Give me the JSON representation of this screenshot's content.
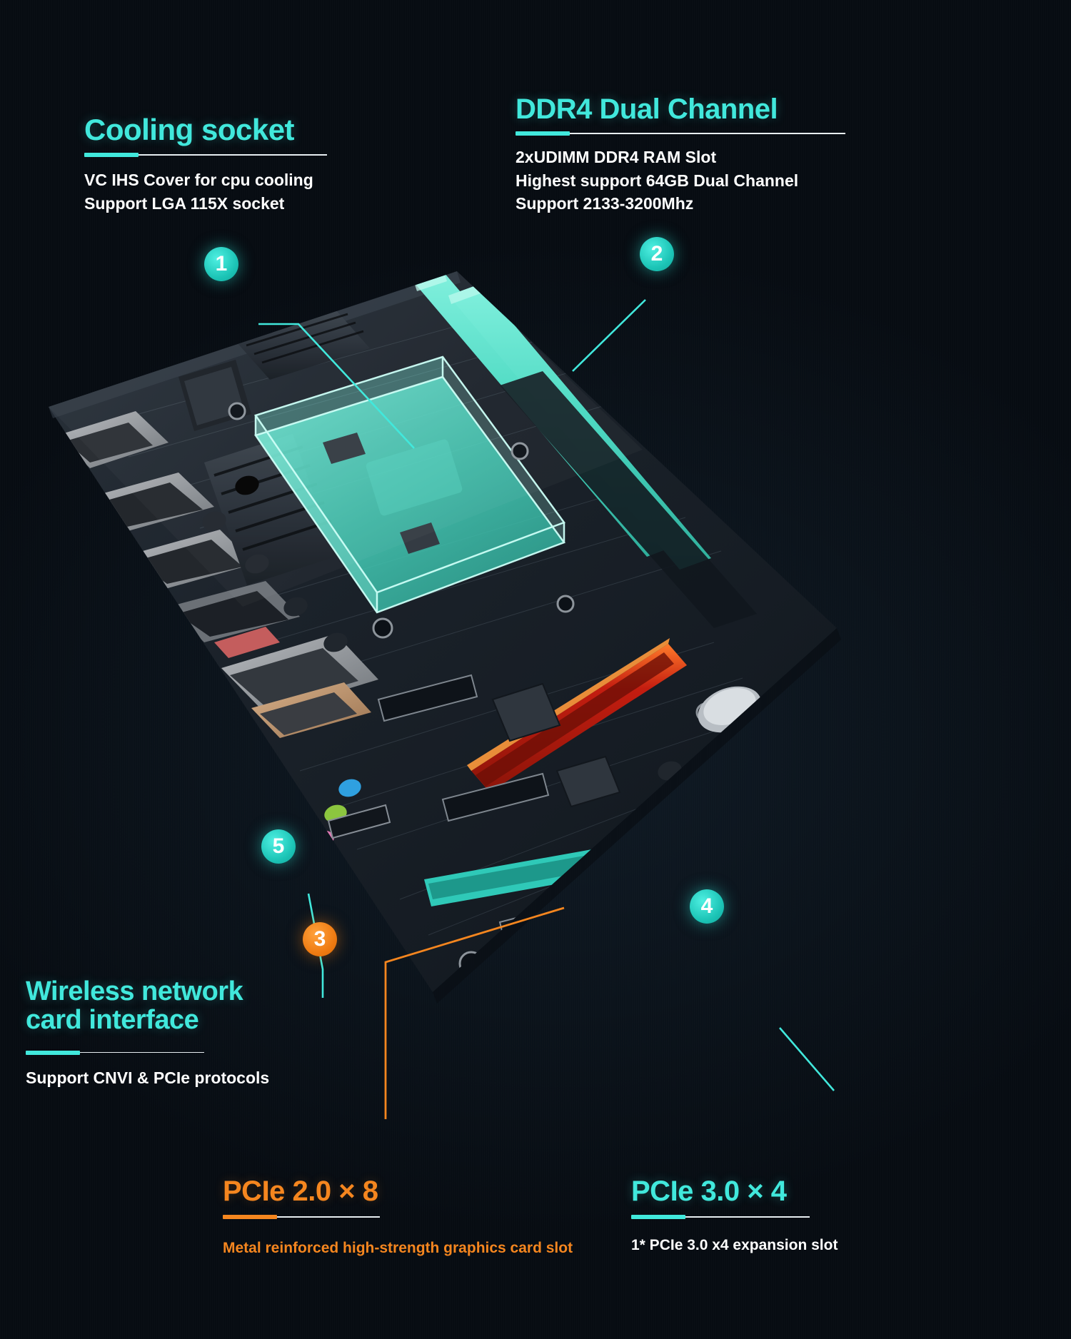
{
  "theme": {
    "background": "#080f16",
    "accent_cyan": "#41e8dc",
    "accent_orange": "#f5861f",
    "text_white": "#ffffff"
  },
  "sections": [
    {
      "id": "cooling-socket",
      "title": "Cooling socket",
      "accent": "cyan",
      "body": "VC IHS Cover for cpu cooling\nSupport  LGA 115X socket"
    },
    {
      "id": "ddr4-dual-channel",
      "title": "DDR4 Dual Channel",
      "accent": "cyan",
      "body": "2xUDIMM DDR4 RAM Slot\nHighest support 64GB Dual Channel\nSupport 2133-3200Mhz"
    },
    {
      "id": "wireless-network-card-interface",
      "title": "Wireless network\ncard interface",
      "accent": "cyan",
      "body": "Support CNVI & PCIe protocols"
    },
    {
      "id": "pcie-20-x8",
      "title": "PCIe 2.0 × 8",
      "accent": "orange",
      "body": "Metal reinforced high-strength graphics card slot"
    },
    {
      "id": "pcie-30-x4",
      "title": "PCIe 3.0 × 4",
      "accent": "cyan",
      "body": "1*  PCIe 3.0 x4 expansion slot"
    }
  ],
  "markers": [
    {
      "id": "marker-1",
      "number": "1",
      "color": "cyan",
      "points_to": "cooling-socket"
    },
    {
      "id": "marker-2",
      "number": "2",
      "color": "cyan",
      "points_to": "ddr4-dual-channel"
    },
    {
      "id": "marker-3",
      "number": "3",
      "color": "orange",
      "points_to": "pcie-20-x8"
    },
    {
      "id": "marker-4",
      "number": "4",
      "color": "cyan",
      "points_to": "pcie-30-x4"
    },
    {
      "id": "marker-5",
      "number": "5",
      "color": "cyan",
      "points_to": "wireless-network-card-interface"
    }
  ],
  "product_image": {
    "alt": "motherboard-photo",
    "highlights": [
      {
        "name": "cpu-socket-highlight",
        "color": "#3fd6c4"
      },
      {
        "name": "ddr4-slot-highlight-a",
        "color": "#3fd6c4"
      },
      {
        "name": "ddr4-slot-highlight-b",
        "color": "#3fd6c4"
      },
      {
        "name": "pcie-x8-slot-highlight",
        "color": "#d61f12"
      },
      {
        "name": "pcie-x4-slot-highlight",
        "color": "#2fc9b8"
      }
    ]
  }
}
